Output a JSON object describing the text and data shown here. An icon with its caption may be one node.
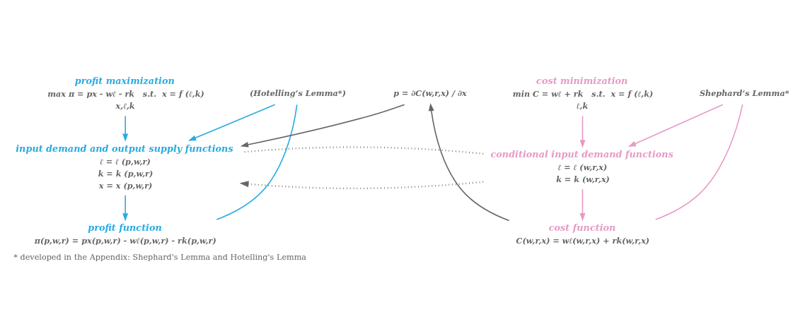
{
  "diagram": {
    "caption": "* developed in the Appendix: Shephard's Lemma and Hotelling's Lemma",
    "nodes": [
      {
        "text": [
          "profit maximization",
          "max π = px - wℓ - rk   s.t.  x = f (ℓ,k)",
          "x,ℓ,k"
        ]
      },
      {
        "text": [
          "input demand and output supply functions",
          "ℓ = ℓ (p,w,r)",
          "k = k (p,w,r)",
          "x = x (p,w,r)"
        ]
      },
      {
        "text": [
          "profit function",
          "π(p,w,r) = px(p,w,r) - wℓ(p,w,r) - rk(p,w,r)"
        ]
      },
      {
        "text": [
          "cost minimization",
          "min C = wℓ + rk   s.t.  x = f (ℓ,k)",
          "ℓ,k"
        ]
      },
      {
        "text": [
          "conditional input demand functions",
          "ℓ = ℓ (w,r,x)",
          "k = k (w,r,x)"
        ]
      },
      {
        "text": [
          "cost function",
          "C(w,r,x) = wℓ(w,r,x) + rk(w,r,x)"
        ]
      },
      {
        "text": [
          "p = ∂C(w,r,x) / ∂x"
        ]
      },
      {
        "text": [
          "(Hotelling’s Lemma*)"
        ]
      },
      {
        "text": [
          "Shephard’s Lemma*"
        ]
      }
    ],
    "edges": [
      {
        "from": 0,
        "to": 1,
        "arrow": "to",
        "color": "#29abe2"
      },
      {
        "from": 1,
        "to": 2,
        "arrow": "to",
        "color": "#29abe2"
      },
      {
        "from": 3,
        "to": 4,
        "arrow": "to",
        "color": "#e69ac8"
      },
      {
        "from": 4,
        "to": 5,
        "arrow": "to",
        "color": "#e69ac8"
      },
      {
        "from": 4,
        "to": 1,
        "arrow": "to",
        "style": "dashed",
        "color": "#666666"
      },
      {
        "from": 4,
        "to": 1,
        "arrow": "none",
        "style": "dashed",
        "color": "#666666"
      },
      {
        "from": 2,
        "to": 7,
        "arrow": "none",
        "color": "#29abe2"
      },
      {
        "from": 7,
        "to": 1,
        "arrow": "to",
        "color": "#29abe2"
      },
      {
        "from": 5,
        "to": 8,
        "arrow": "none",
        "color": "#e69ac8"
      },
      {
        "from": 8,
        "to": 4,
        "arrow": "to",
        "color": "#e69ac8"
      },
      {
        "from": 5,
        "to": 6,
        "arrow": "to",
        "color": "#666666"
      },
      {
        "from": 6,
        "to": 1,
        "arrow": "to",
        "color": "#666666"
      }
    ]
  }
}
